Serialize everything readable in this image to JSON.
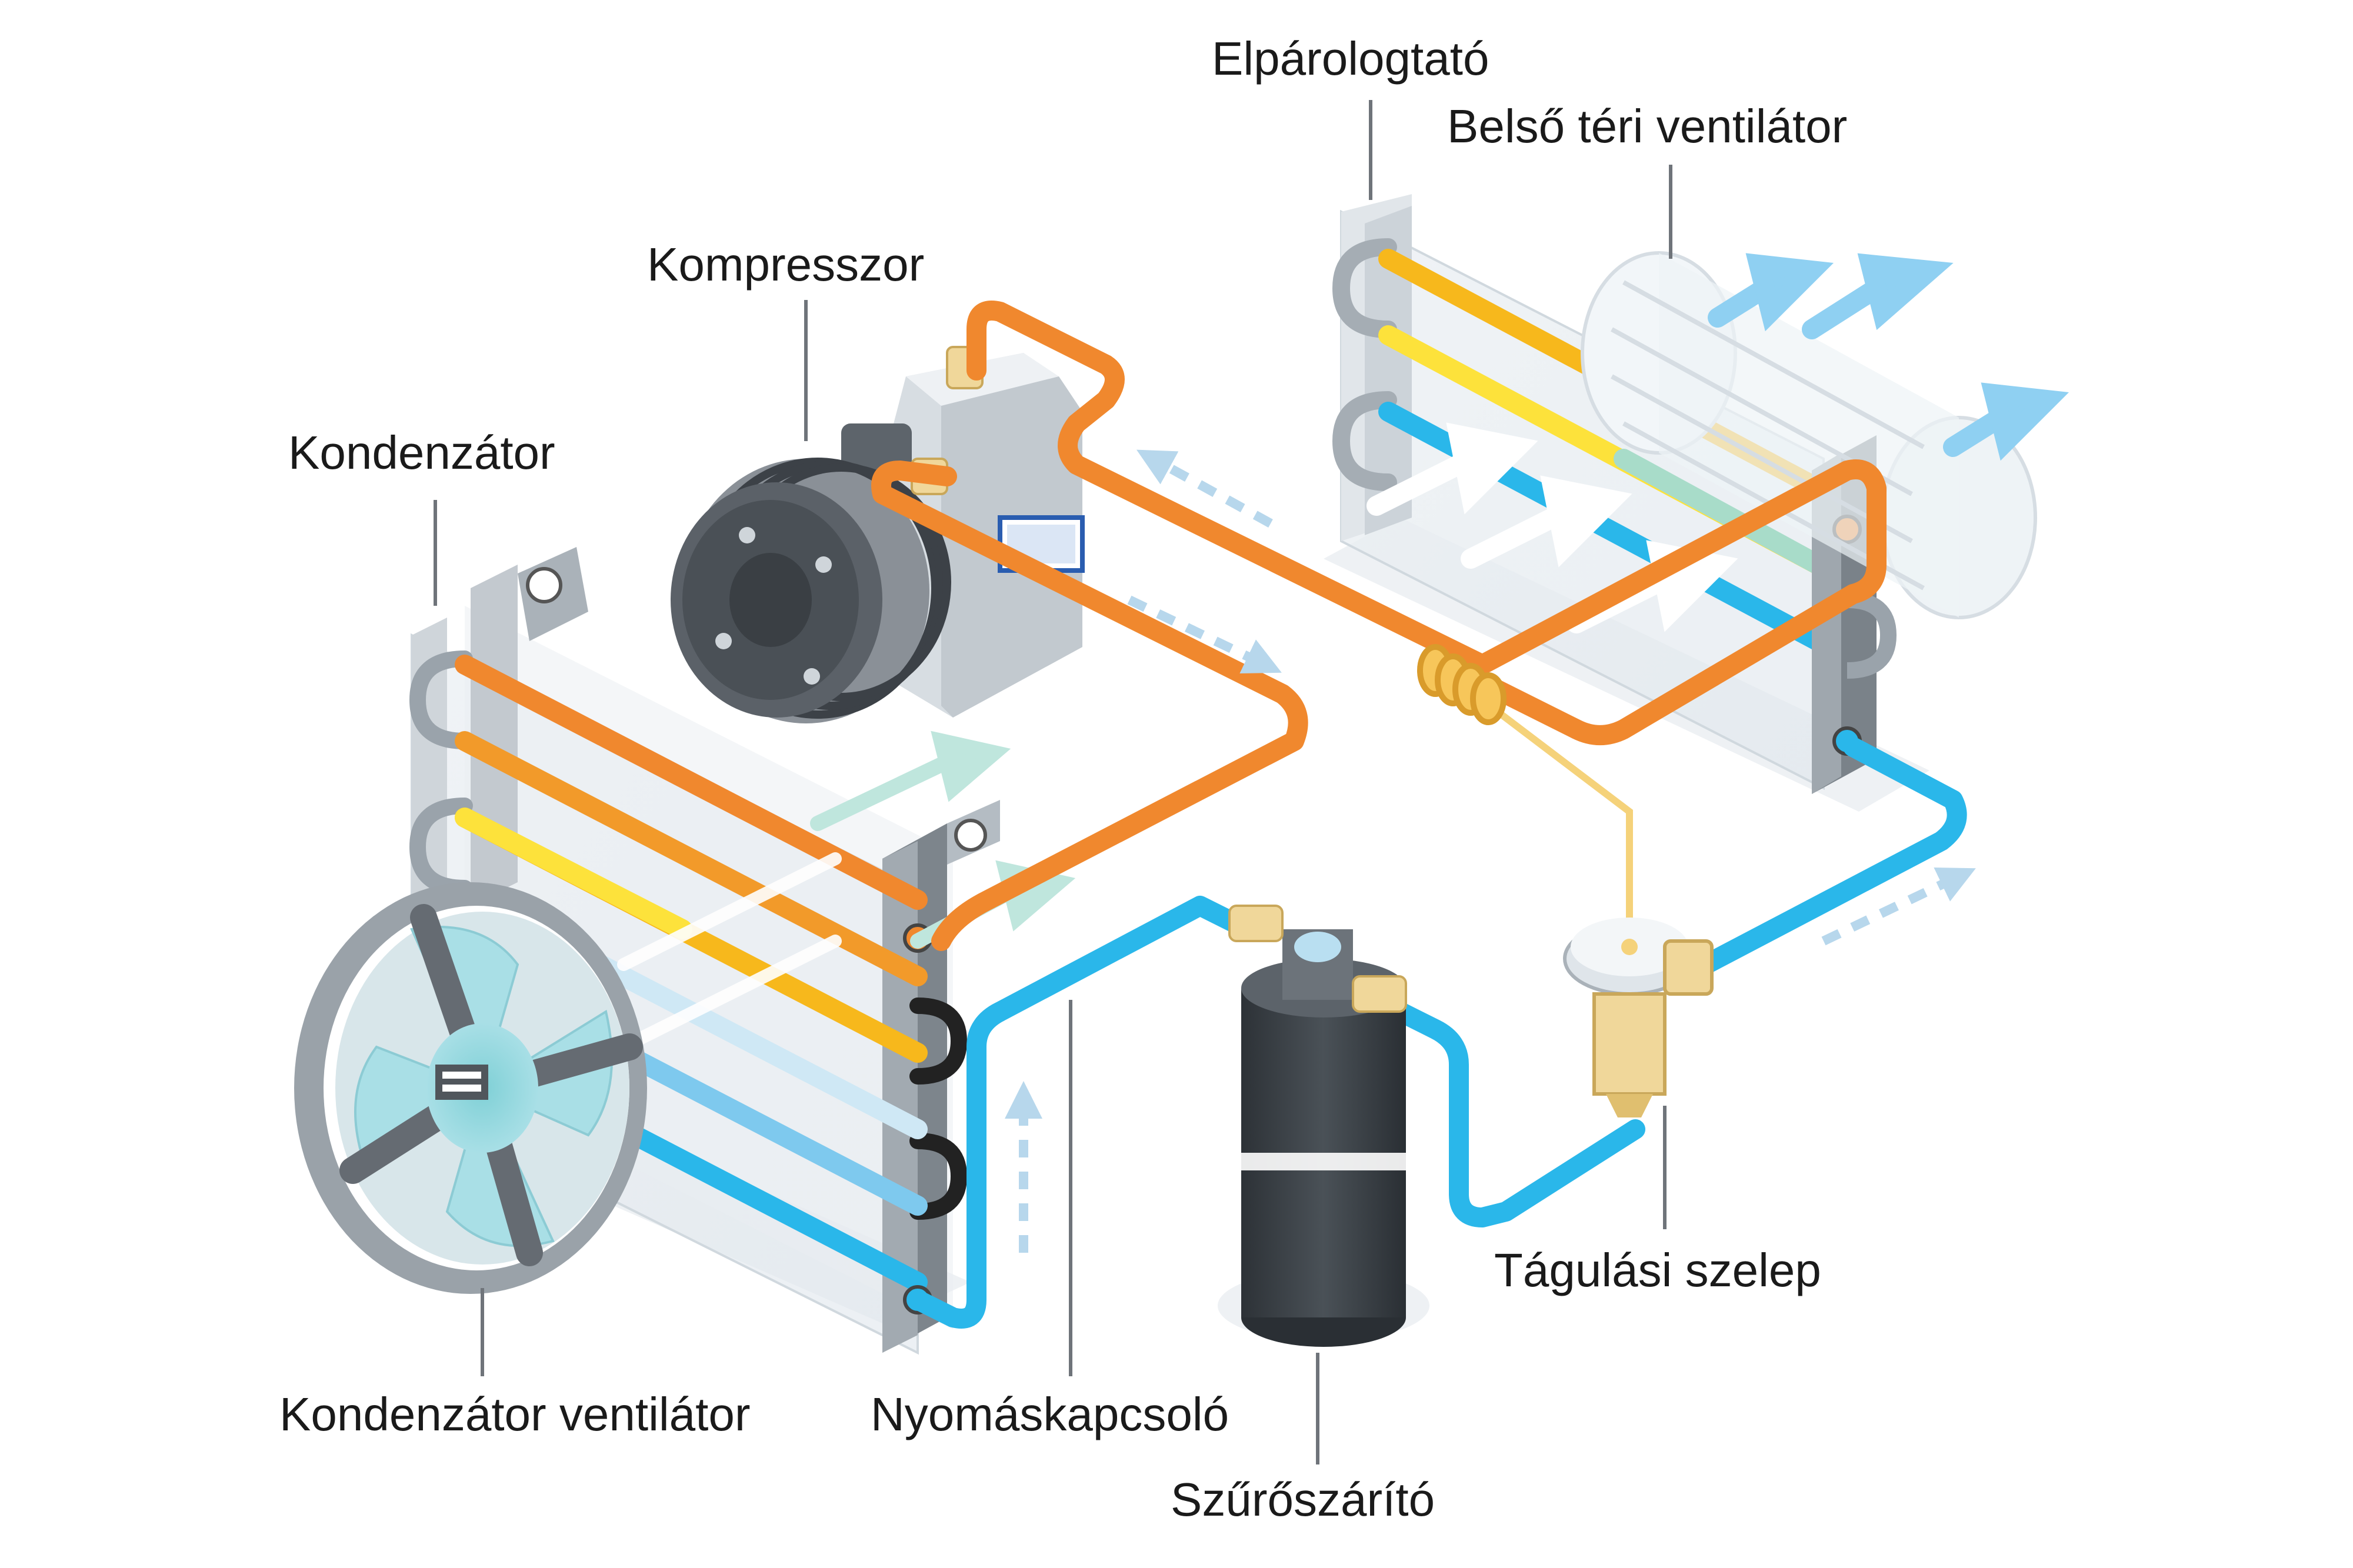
{
  "labels": {
    "evaporator": "Elpárologtató",
    "cabin_fan": "Belső téri ventilátor",
    "compressor": "Kompresszor",
    "condenser": "Kondenzátor",
    "expansion_valve": "Tágulási szelep",
    "condenser_fan": "Kondenzátor ventilátor",
    "pressure_switch": "Nyomáskapcsoló",
    "filter_dryer": "Szűrőszárító"
  },
  "colors": {
    "hot_pipe": "#f0882e",
    "warm_pipe": "#f7a81c",
    "yellow_pipe": "#fde23b",
    "cold_pipe": "#2ab7ea",
    "flow_arrow": "#b7d7ec",
    "air_arrow_cold": "#8fd0f2",
    "air_arrow_hot": "#bfe6dd",
    "metal_dark": "#44494f",
    "metal_mid": "#8b9299",
    "metal_light": "#cdd3d8",
    "brass": "#f0d79a"
  }
}
